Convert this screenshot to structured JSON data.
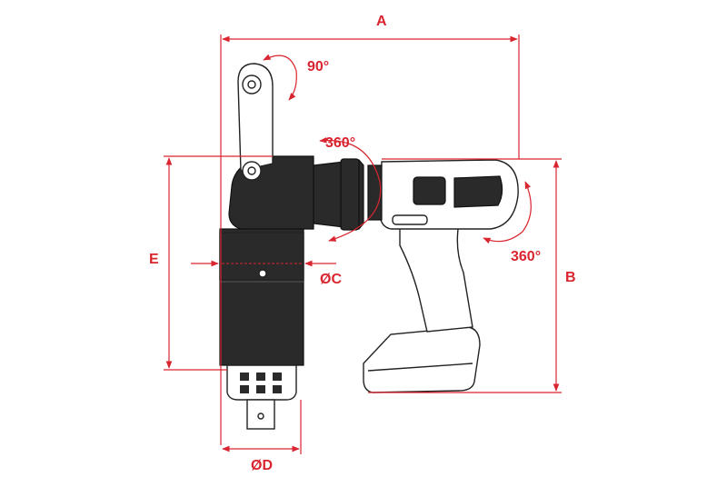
{
  "colors": {
    "dimension": "#d9252f",
    "body": "#2a2a2a",
    "outline": "#222222"
  },
  "dimensions": {
    "a": "A",
    "b": "B",
    "c": "ØC",
    "d": "ØD",
    "e": "E"
  },
  "rotations": {
    "head": "90°",
    "gearbox": "360°",
    "handle": "360°"
  }
}
